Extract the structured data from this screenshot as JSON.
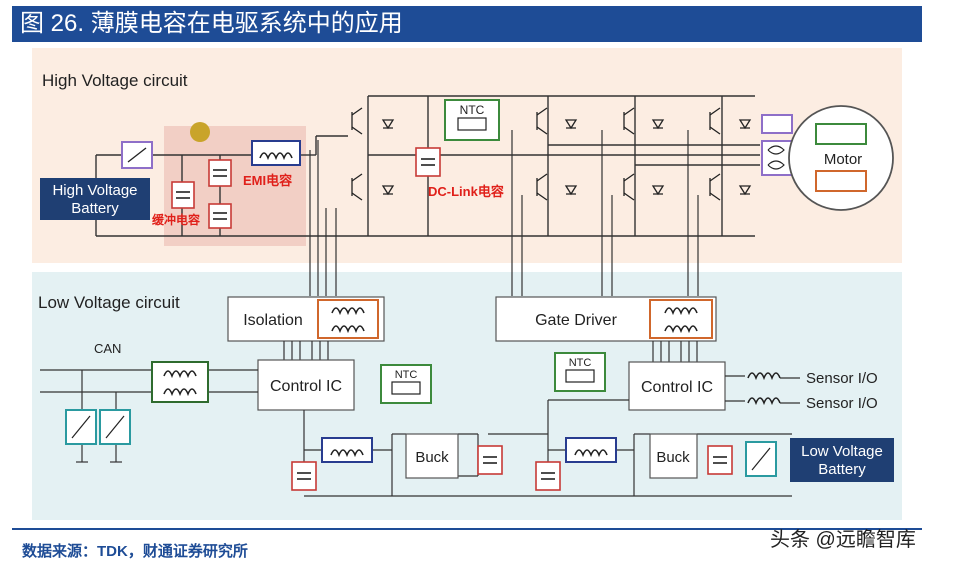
{
  "title": "图 26. 薄膜电容在电驱系统中的应用",
  "source": "数据来源：TDK，财通证券研究所",
  "watermark": "头条 @远瞻智库",
  "hv": {
    "section_label": "High Voltage circuit",
    "battery_line1": "High Voltage",
    "battery_line2": "Battery",
    "emi_label": "EMI电容",
    "buffer_label": "缓冲电容",
    "dclink_label": "DC-Link电容",
    "ntc_label": "NTC",
    "motor_label": "Motor"
  },
  "lv": {
    "section_label": "Low Voltage circuit",
    "can_label": "CAN",
    "isolation_label": "Isolation",
    "gate_driver_label": "Gate Driver",
    "control_ic_left": "Control IC",
    "control_ic_right": "Control IC",
    "ntc_label": "NTC",
    "buck_left": "Buck",
    "buck_right": "Buck",
    "sensor_io_1": "Sensor I/O",
    "sensor_io_2": "Sensor I/O",
    "lv_battery_line1": "Low Voltage",
    "lv_battery_line2": "Battery"
  },
  "colors": {
    "title_bg": "#1e4c96",
    "hv_bg": "#fcede2",
    "lv_bg": "#e4f1f3",
    "red_label": "#e0201a",
    "battery_bg": "#1f3f73"
  }
}
